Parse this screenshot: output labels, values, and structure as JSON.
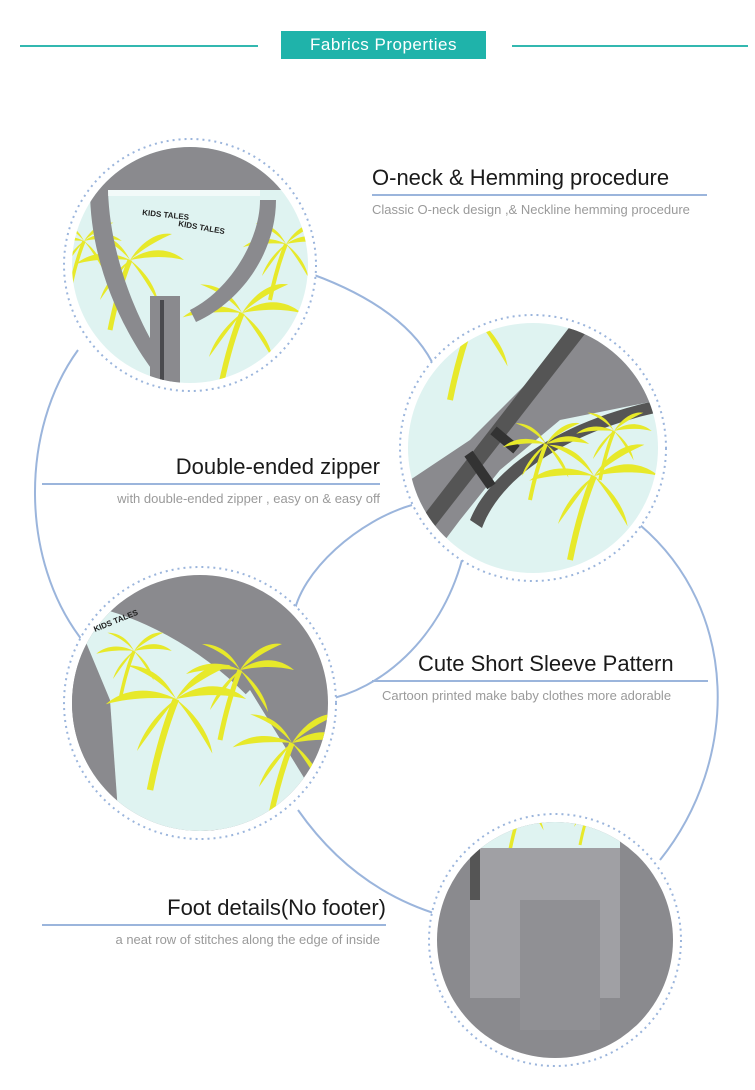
{
  "header": {
    "title": "Fabrics Properties"
  },
  "features": [
    {
      "title": "O-neck & Hemming procedure",
      "desc": "Classic O-neck design ,& Neckline hemming procedure"
    },
    {
      "title": "Double-ended zipper",
      "desc": "with double-ended zipper , easy on & easy off"
    },
    {
      "title": "Cute Short Sleeve Pattern",
      "desc": "Cartoon printed  make baby clothes  more  adorable"
    },
    {
      "title": "Foot details(No footer)",
      "desc": "a neat row of stitches along the edge of inside"
    }
  ],
  "labels": {
    "neck_tag": "KIDS TALES",
    "sleeve_tag": "KIDS TALES"
  },
  "colors": {
    "accent": "#1fb3aa",
    "connector": "#9bb5dc",
    "fabric_gray": "#8a8a8e",
    "print_mint": "#dff3f1",
    "print_yellow": "#e7e92a"
  }
}
